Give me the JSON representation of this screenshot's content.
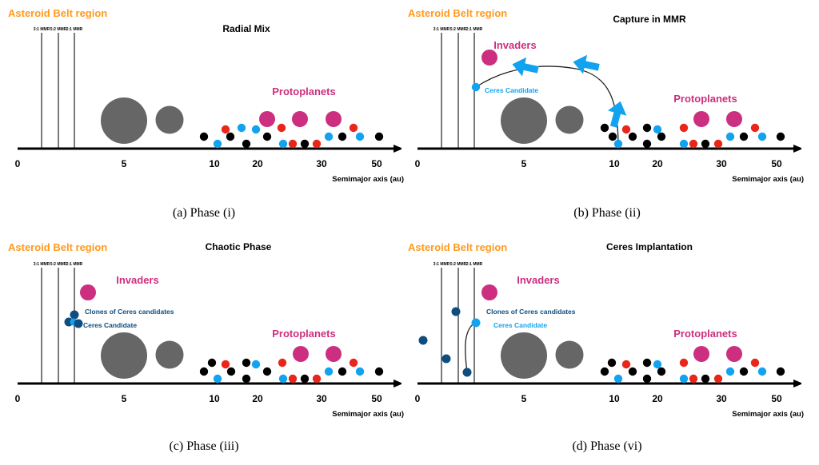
{
  "colors": {
    "belt_label": "#ff9a1f",
    "protoplanet": "#cc2f7f",
    "invader": "#cc2f7f",
    "planet": "#666666",
    "black_body": "#000000",
    "red_body": "#e8261a",
    "blue_body": "#12a3f0",
    "ceres_candidate": "#12a3f0",
    "clone": "#0e4d80",
    "arrow": "#12a3f0",
    "axis": "#000000"
  },
  "common": {
    "belt_label": "Asteroid Belt region",
    "mmr_labels": [
      "3:1 MMR",
      "5:2 MMR",
      "2:1 MMR"
    ],
    "axis_ticks": [
      "0",
      "5",
      "10",
      "20",
      "30",
      "50"
    ],
    "axis_label": "Semimajor axis (au)",
    "protoplanets_label": "Protoplanets",
    "invaders_label": "Invaders",
    "ceres_candidate_label": "Ceres Candidate",
    "clones_label": "Clones of Ceres candidates"
  },
  "panels": [
    {
      "id": "a",
      "title": "Radial Mix",
      "caption": "(a) Phase (i)"
    },
    {
      "id": "b",
      "title": "Capture in MMR",
      "caption": "(b) Phase (ii)"
    },
    {
      "id": "c",
      "title": "Chaotic Phase",
      "caption": "(c) Phase (iii)"
    },
    {
      "id": "d",
      "title": "Ceres Implantation",
      "caption": "(d) Phase (vi)"
    }
  ]
}
